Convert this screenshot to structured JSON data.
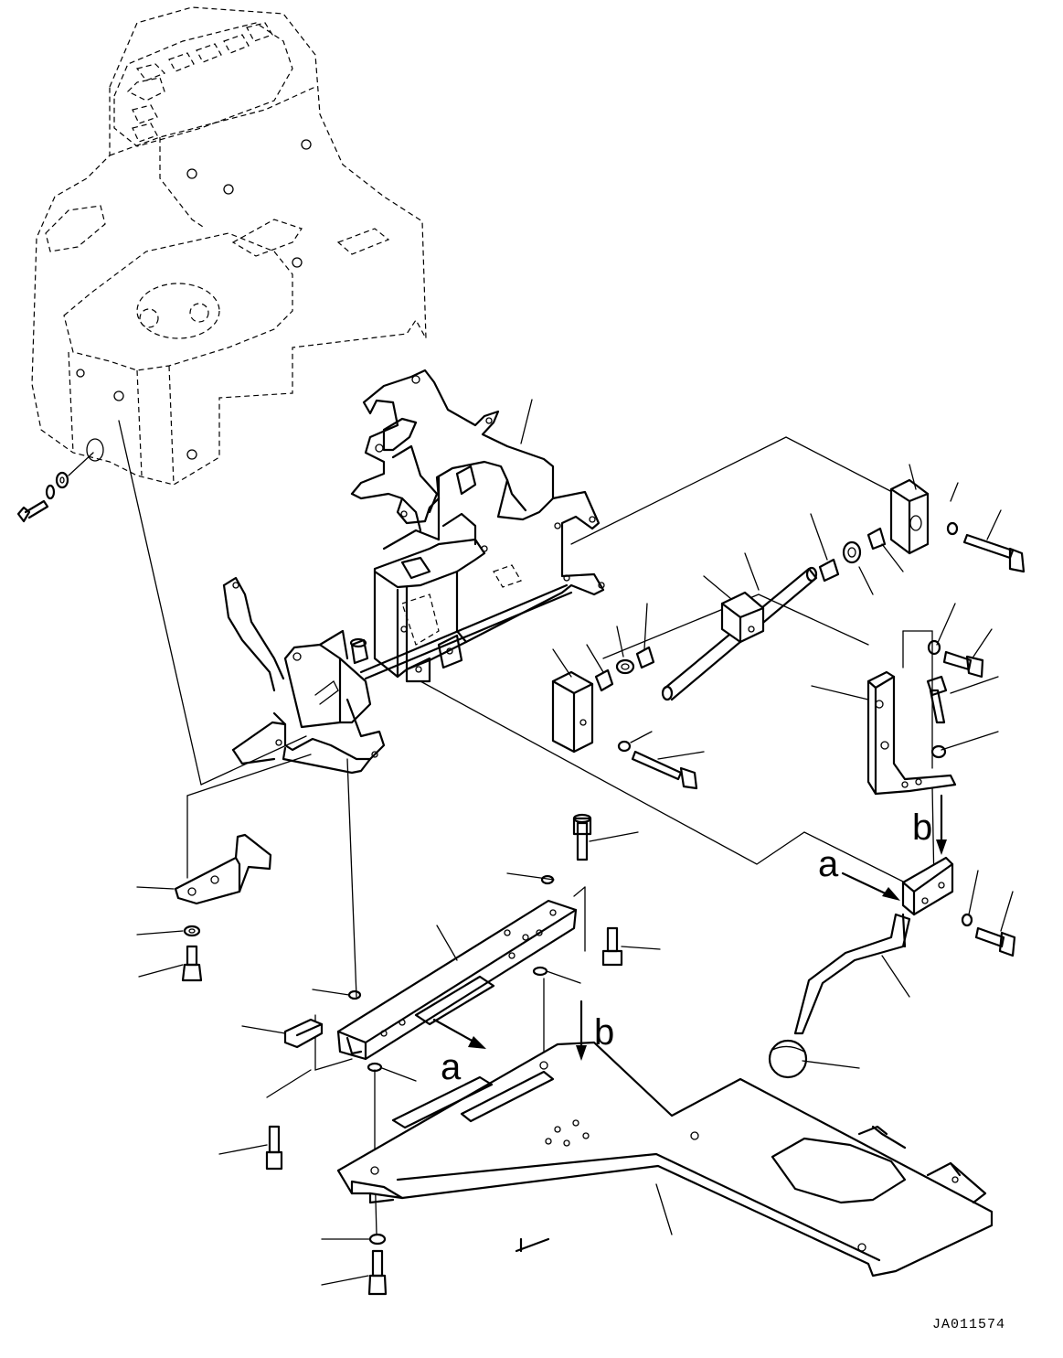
{
  "labels": {
    "a_upper": "a",
    "a_lower": "a",
    "b_upper": "b",
    "b_lower": "b"
  },
  "drawing_code": "JA011574",
  "icons": {
    "arrow": "arrow-icon"
  }
}
